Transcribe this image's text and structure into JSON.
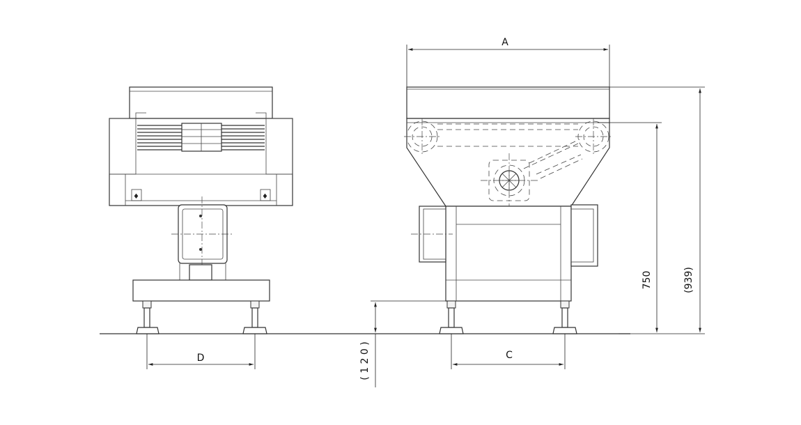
{
  "dimensions": {
    "a": "A",
    "c": "C",
    "d": "D",
    "h750": "750",
    "h939": "(939)",
    "h120": "( 1 2 0 )"
  }
}
